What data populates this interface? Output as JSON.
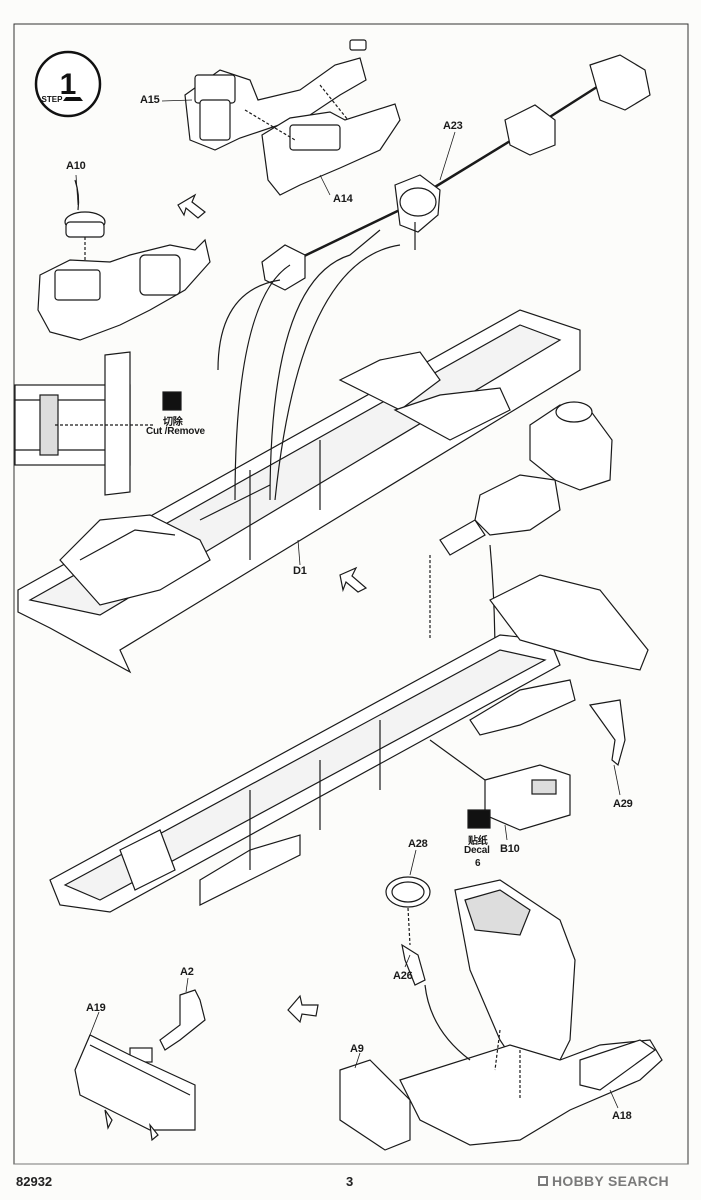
{
  "step": {
    "number": "1",
    "label": "STEP"
  },
  "parts": {
    "A15": "A15",
    "A23": "A23",
    "A14": "A14",
    "A10": "A10",
    "D1": "D1",
    "A29": "A29",
    "B10": "B10",
    "A28": "A28",
    "A26": "A26",
    "A2": "A2",
    "A19": "A19",
    "A9": "A9",
    "A18": "A18"
  },
  "cut_note": {
    "cn": "切除",
    "en": "Cut /Remove"
  },
  "decal_note": {
    "cn": "贴纸",
    "en": "Decal",
    "number": "6"
  },
  "footer": {
    "kit_number": "82932",
    "page_number": "3"
  },
  "watermark": {
    "text": "HOBBY SEARCH"
  },
  "colors": {
    "ink": "#1a1a1a",
    "paper": "#fcfcfa",
    "watermark": "#7a7a7a"
  }
}
